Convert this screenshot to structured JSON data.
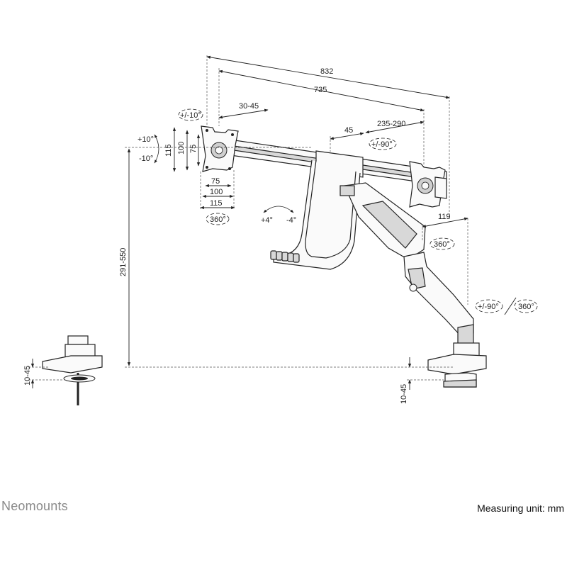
{
  "brand": "Neomounts",
  "footer_note": "Measuring unit: mm",
  "dimensions": {
    "total_width": "832",
    "arm_width": "735",
    "vesa_offset": "30-45",
    "center_gap": "45",
    "arm_extension": "235-290",
    "tilt_top": "+/-10°",
    "tilt_up": "+10°",
    "tilt_down": "-10°",
    "vesa_115_v": "115",
    "vesa_100_v": "100",
    "vesa_75_v": "75",
    "vesa_75_h": "75",
    "vesa_100_h": "100",
    "vesa_115_h": "115",
    "rotate_display": "360°",
    "swivel_left": "+/-90°",
    "level_plus": "+4°",
    "level_minus": "-4°",
    "depth": "119",
    "rotate_arm": "360°",
    "base_swivel": "+/-90°",
    "base_rotate": "360°",
    "height_range": "291-550",
    "clamp_left": "10-45",
    "clamp_right": "10-45"
  }
}
